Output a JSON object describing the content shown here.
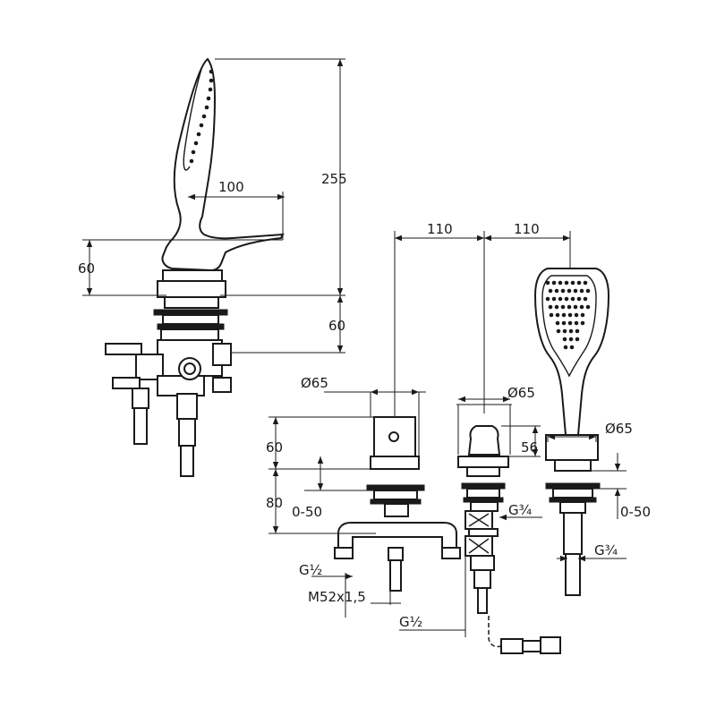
{
  "dimensions": {
    "spout_height": "255",
    "spout_reach": "100",
    "body_height_left": "60",
    "base_height_left": "60",
    "spacing_left": "110",
    "spacing_right": "110",
    "diam_mixer": "Ø65",
    "diam_diverter": "Ø65",
    "diam_shower": "Ø65",
    "mixer_height": "60",
    "mixer_body": "80",
    "mixer_deck": "0-50",
    "diverter_height": "56",
    "shower_deck": "0-50",
    "thread_g34_a": "G¾",
    "thread_g34_b": "G¾",
    "thread_g12_a": "G½",
    "thread_m52": "M52x1,5",
    "thread_g12_b": "G½"
  }
}
